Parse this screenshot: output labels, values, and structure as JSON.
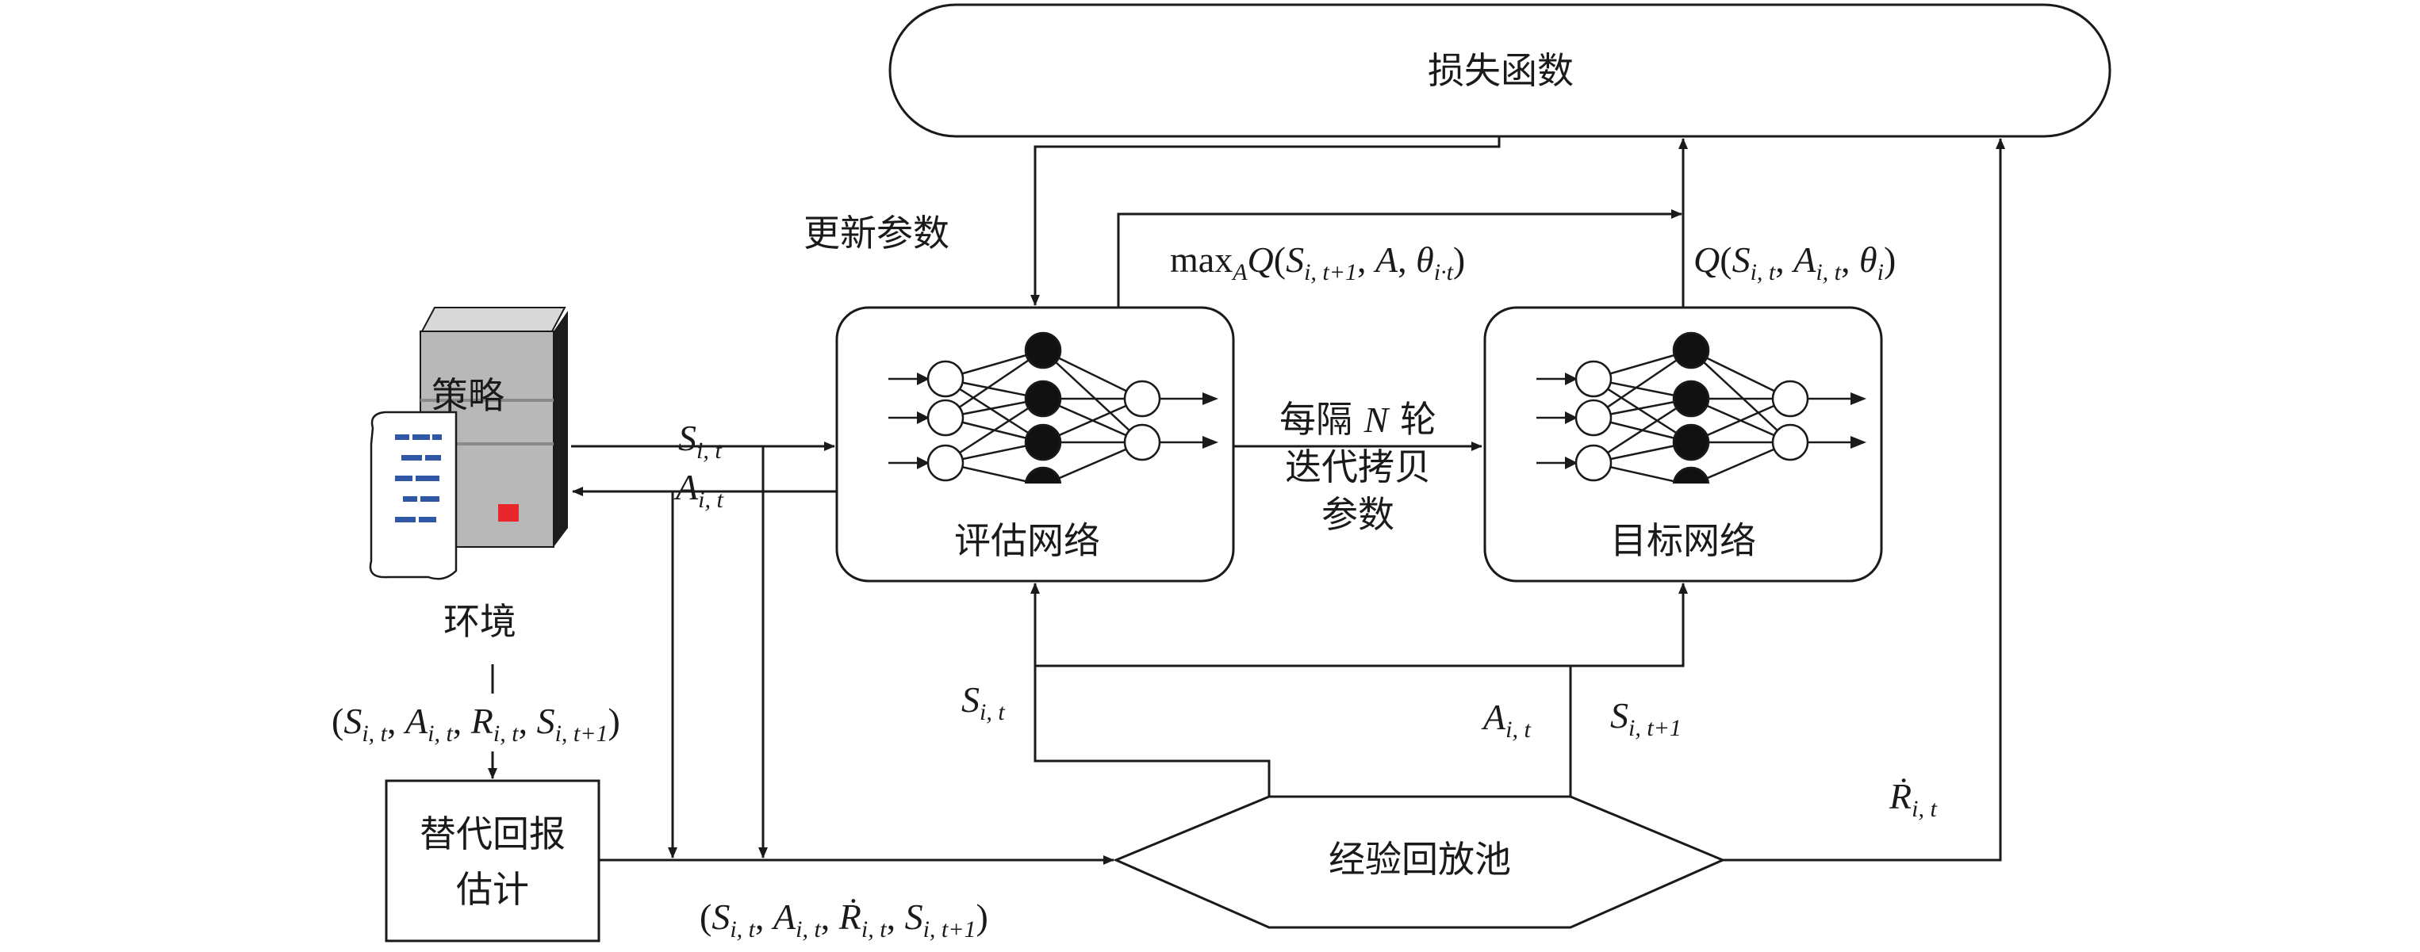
{
  "labels": {
    "loss": "损失函数",
    "update_params": "更新参数",
    "policy": "策略",
    "environment": "环境",
    "eval_net": "评估网络",
    "target_net": "目标网络",
    "copy_line1": "每隔",
    "copy_n": "N",
    "copy_line1b": "轮",
    "copy_line2": "迭代拷贝",
    "copy_line3": "参数",
    "surrogate_line1": "替代回报",
    "surrogate_line2": "估计",
    "replay_pool": "经验回放池"
  },
  "math": {
    "max_q": {
      "max": "max",
      "sub_a": "A",
      "q": "Q",
      "s": "S",
      "s_sub": "i, t+1",
      "a": "A",
      "theta": "θ",
      "theta_sub": "i·t"
    },
    "q_sa": {
      "q": "Q",
      "s": "S",
      "s_sub": "i, t",
      "a": "A",
      "a_sub": "i, t",
      "theta": "θ",
      "theta_sub": "i"
    },
    "s_it": {
      "base": "S",
      "sub": "i, t"
    },
    "a_it": {
      "base": "A",
      "sub": "i, t"
    },
    "s_it1": {
      "base": "S",
      "sub": "i, t+1"
    },
    "r_dot": {
      "base": "Ṙ",
      "sub": "i, t"
    },
    "tuple_env": {
      "s": "S",
      "s_sub": "i, t",
      "a": "A",
      "a_sub": "i, t",
      "r": "R",
      "r_sub": "i, t",
      "s2": "S",
      "s2_sub": "i, t+1"
    },
    "tuple_pool": {
      "s": "S",
      "s_sub": "i, t",
      "a": "A",
      "a_sub": "i, t",
      "r": "Ṙ",
      "r_sub": "i, t",
      "s2": "S",
      "s2_sub": "i, t+1"
    }
  },
  "colors": {
    "line": "#1a1a1a",
    "server_dark": "#1c1c1c",
    "server_gray": "#b4b4b4",
    "doc_blue": "#2f57a6",
    "led_red": "#e8262b"
  },
  "icons": {
    "environment": "server-document-icon",
    "network": "neural-network-icon"
  }
}
